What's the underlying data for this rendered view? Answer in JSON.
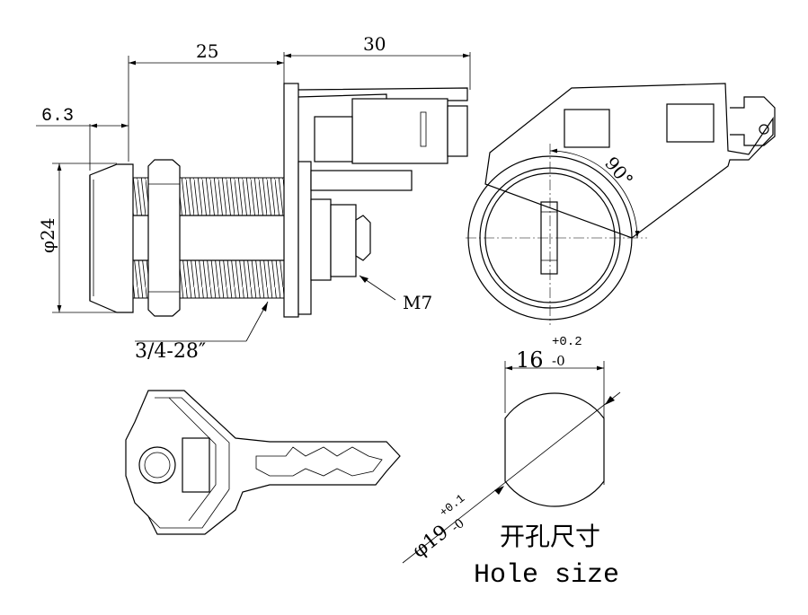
{
  "dimensions": {
    "length_25": "25",
    "length_30": "30",
    "offset_6_3": "6.3",
    "diameter_24": "φ24",
    "stud_thread": "M7",
    "body_thread": "3/4-28″",
    "rotation_angle": "90°"
  },
  "hole": {
    "width": "16",
    "width_tol_plus": "+0.2",
    "width_tol_minus": "-0",
    "diameter": "φ19",
    "diameter_tol_plus": "+0.1",
    "diameter_tol_minus": "-0",
    "title_cn": "开孔尺寸",
    "title_en": "Hole size"
  }
}
